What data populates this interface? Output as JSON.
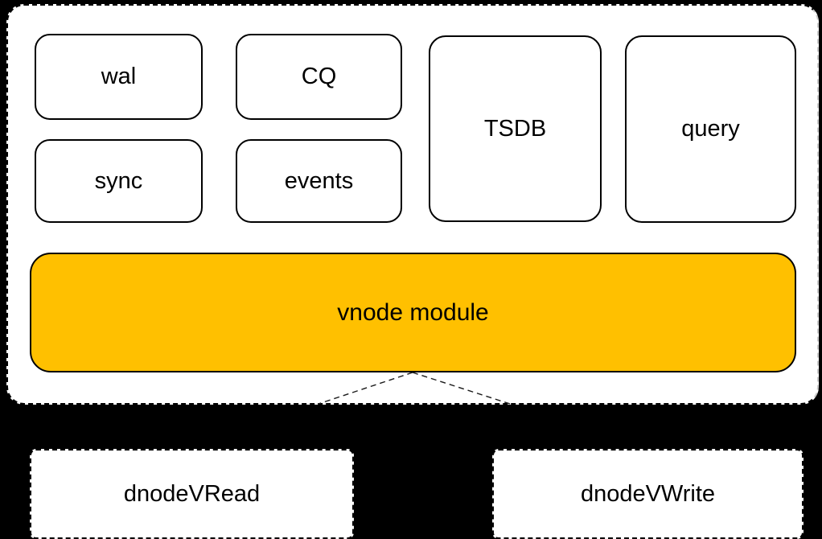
{
  "modules": {
    "wal": {
      "label": "wal"
    },
    "cq": {
      "label": "CQ"
    },
    "sync": {
      "label": "sync"
    },
    "events": {
      "label": "events"
    },
    "tsdb": {
      "label": "TSDB"
    },
    "query": {
      "label": "query"
    }
  },
  "vnode": {
    "label": "vnode module"
  },
  "dnodes": {
    "read": {
      "label": "dnodeVRead"
    },
    "write": {
      "label": "dnodeVWrite"
    }
  },
  "connections": [
    {
      "from": "vnode module",
      "to": "dnodeVRead",
      "style": "dashed"
    },
    {
      "from": "vnode module",
      "to": "dnodeVWrite",
      "style": "dashed"
    }
  ],
  "colors": {
    "background": "#000000",
    "panel_fill": "#ffffff",
    "panel_border": "#000000",
    "module_fill": "#ffffff",
    "module_border": "#000000",
    "vnode_fill": "#ffc000",
    "text": "#000000"
  }
}
